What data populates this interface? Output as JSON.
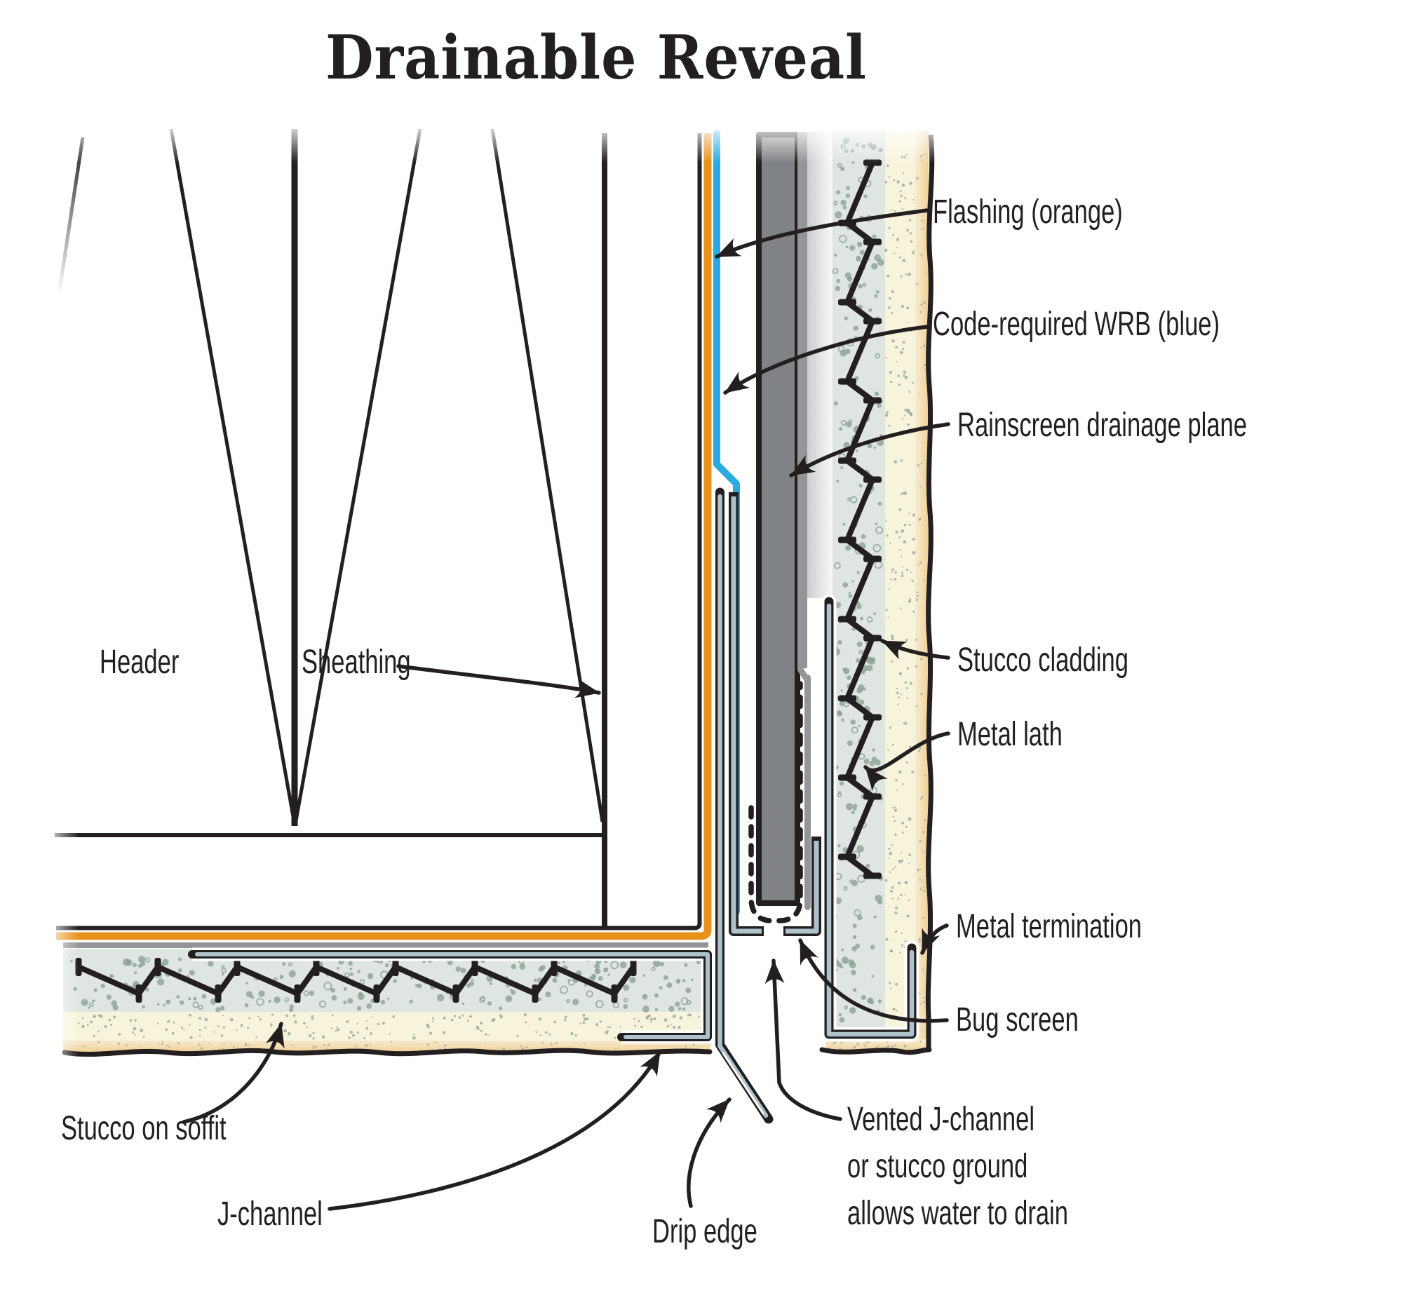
{
  "title": "Drainable Reveal",
  "labels": {
    "header": "Header",
    "sheathing": "Sheathing",
    "flashing": "Flashing (orange)",
    "wrb": "Code-required WRB (blue)",
    "rainscreen": "Rainscreen drainage plane",
    "stucco_cladding": "Stucco cladding",
    "metal_lath": "Metal lath",
    "metal_termination": "Metal termination",
    "bug_screen": "Bug screen",
    "vented_line1": "Vented J-channel",
    "vented_line2": "or stucco ground",
    "vented_line3": "allows water to drain",
    "stucco_on_soffit": "Stucco on soffit",
    "j_channel": "J-channel",
    "drip_edge": "Drip edge"
  },
  "colors": {
    "ink": "#231f20",
    "orange": "#E8921C",
    "blue": "#29ABE2",
    "metal": "#AEC2CB",
    "rainscreen_gray": "#808285",
    "mid_gray": "#939598",
    "stucco_green": "#DFE5E0",
    "stucco_speckle": "#8BA396",
    "cream": "#F8F4DC",
    "cream_speckle": "#9CAB9E",
    "tan": "#F2D8A6"
  }
}
